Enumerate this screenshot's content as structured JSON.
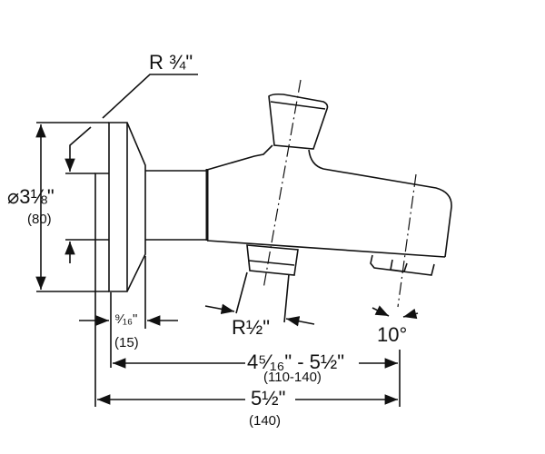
{
  "diagram": {
    "thread_outlet": "R ¾\"",
    "diameter": "⌀3⅛\"",
    "diameter_mm": "(80)",
    "flange_depth": "⁹⁄₁₆\"",
    "flange_depth_mm": "(15)",
    "inlet_thread": "R½\"",
    "spout_angle": "10°",
    "projection_range": "4⁵⁄₁₆\" - 5½\"",
    "projection_range_mm": "(110-140)",
    "overall_length": "5½\"",
    "overall_length_mm": "(140)"
  }
}
